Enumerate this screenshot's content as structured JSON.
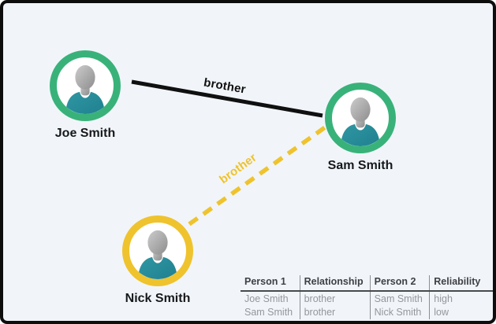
{
  "canvas": {
    "background_color": "#f1f5f9",
    "border_color": "#0d0d0d"
  },
  "nodes": [
    {
      "id": "joe-smith",
      "label": "Joe Smith",
      "ring_color": "#39b27a"
    },
    {
      "id": "sam-smith",
      "label": "Sam Smith",
      "ring_color": "#39b27a"
    },
    {
      "id": "nick-smith",
      "label": "Nick Smith",
      "ring_color": "#efc32d"
    }
  ],
  "edges": [
    {
      "from": "Joe Smith",
      "to": "Sam Smith",
      "label": "brother",
      "style": "solid",
      "color": "#101010",
      "reliability": "high"
    },
    {
      "from": "Sam Smith",
      "to": "Nick Smith",
      "label": "brother",
      "style": "dashed",
      "color": "#efc32d",
      "reliability": "low"
    }
  ],
  "table": {
    "headers": [
      "Person 1",
      "Relationship",
      "Person 2",
      "Reliability"
    ],
    "rows": [
      [
        "Joe Smith",
        "brother",
        "Sam Smith",
        "high"
      ],
      [
        "Sam Smith",
        "brother",
        "Nick Smith",
        "low"
      ]
    ]
  }
}
